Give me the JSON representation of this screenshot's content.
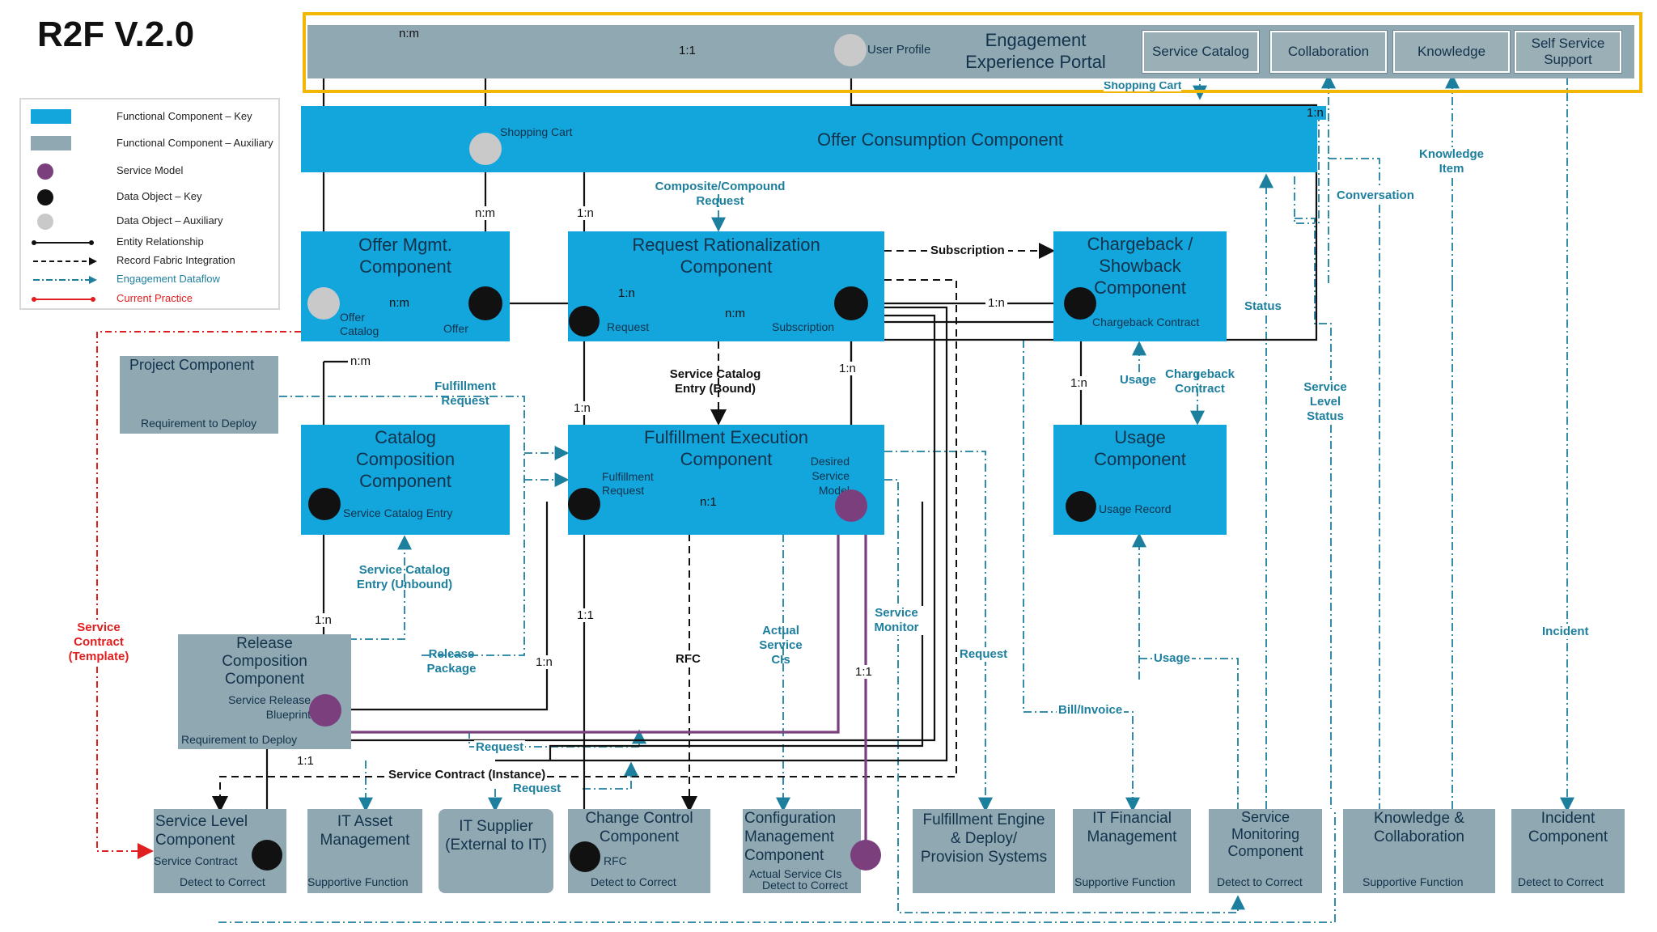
{
  "title": "R2F V.2.0",
  "legend": [
    {
      "label": "Functional Component – Key",
      "swatch": "key"
    },
    {
      "label": "Functional Component – Auxiliary",
      "swatch": "aux"
    },
    {
      "label": "Service Model",
      "swatch": "purple-dot"
    },
    {
      "label": "Data Object – Key",
      "swatch": "black-dot"
    },
    {
      "label": "Data Object – Auxiliary",
      "swatch": "grey-dot"
    },
    {
      "label": "Entity Relationship",
      "swatch": "solid-line"
    },
    {
      "label": "Record Fabric Integration",
      "swatch": "dashed-line"
    },
    {
      "label": "Engagement Dataflow",
      "swatch": "dashdot-line"
    },
    {
      "label": "Current Practice",
      "swatch": "red-line"
    }
  ],
  "colors": {
    "key": "#12a6dd",
    "aux": "#8fa8b2",
    "service_model": "#7b3f7e",
    "current_practice": "#e02020",
    "highlight": "#f2b705",
    "dataflow": "#1d7f9e"
  },
  "portal": {
    "user_profile": "User Profile",
    "title_line1": "Engagement",
    "title_line2": "Experience Portal",
    "buttons": [
      "Service Catalog",
      "Collaboration",
      "Knowledge",
      "Self Service Support"
    ]
  },
  "components": {
    "offer_consumption": {
      "title": "Offer Consumption Component",
      "shopping_cart": "Shopping Cart"
    },
    "offer_mgmt": {
      "title1": "Offer Mgmt.",
      "title2": "Component",
      "offer_catalog": "Offer Catalog",
      "offer": "Offer"
    },
    "request_rationalization": {
      "title1": "Request Rationalization",
      "title2": "Component",
      "request": "Request",
      "subscription": "Subscription"
    },
    "chargeback": {
      "title1": "Chargeback /",
      "title2": "Showback",
      "title3": "Component",
      "contract": "Chargeback Contract"
    },
    "project": {
      "title": "Project Component",
      "sub": "Requirement to Deploy"
    },
    "catalog_composition": {
      "title1": "Catalog",
      "title2": "Composition",
      "title3": "Component",
      "entry": "Service Catalog Entry"
    },
    "fulfillment_execution": {
      "title1": "Fulfillment Execution",
      "title2": "Component",
      "ful_request": "Fulfillment Request",
      "desired": "Desired Service Model"
    },
    "usage": {
      "title1": "Usage",
      "title2": "Component",
      "record": "Usage Record"
    },
    "release_composition": {
      "title1": "Release",
      "title2": "Composition",
      "title3": "Component",
      "blueprint": "Service Release Blueprint",
      "sub": "Requirement to Deploy"
    }
  },
  "bottom": [
    {
      "title": "Service Level Component",
      "inner": "Service Contract",
      "sub": "Detect to Correct"
    },
    {
      "title": "IT Asset Management",
      "inner": "",
      "sub": "Supportive Function"
    },
    {
      "title": "IT Supplier (External to IT)",
      "inner": "",
      "sub": ""
    },
    {
      "title": "Change Control Component",
      "inner": "RFC",
      "sub": "Detect to Correct"
    },
    {
      "title": "Configuration Management Component",
      "inner": "Actual Service CIs",
      "sub": "Detect to Correct"
    },
    {
      "title": "Fulfillment Engine & Deploy/ Provision Systems",
      "inner": "",
      "sub": ""
    },
    {
      "title": "IT Financial Management",
      "inner": "",
      "sub": "Supportive Function"
    },
    {
      "title": "Service Monitoring Component",
      "inner": "",
      "sub": "Detect to Correct"
    },
    {
      "title": "Knowledge & Collaboration",
      "inner": "",
      "sub": "Supportive Function"
    },
    {
      "title": "Incident Component",
      "inner": "",
      "sub": "Detect to Correct"
    }
  ],
  "flow_labels": {
    "composite_request": "Composite/Compound Request",
    "subscription": "Subscription",
    "service_catalog_entry_bound": "Service Catalog Entry (Bound)",
    "fulfillment_request": "Fulfillment Request",
    "service_catalog_entry_unbound": "Service Catalog Entry (Unbound)",
    "release_package": "Release Package",
    "actual_service_cis": "Actual Service CIs",
    "service_monitor": "Service Monitor",
    "rfc": "RFC",
    "request1": "Request",
    "request2": "Request",
    "request3": "Request",
    "service_contract_instance": "Service Contract (Instance)",
    "usage1": "Usage",
    "usage2": "Usage",
    "chargeback_contract": "Chargeback Contract",
    "bill_invoice": "Bill/Invoice",
    "status": "Status",
    "service_level_status": "Service Level Status",
    "conversation": "Conversation",
    "knowledge_item": "Knowledge Item",
    "incident": "Incident",
    "shopping_cart": "Shopping Cart",
    "service_contract_template": "Service Contract (Template)"
  },
  "cardinalities": {
    "c1": "n:m",
    "c2": "1:1",
    "c3": "n:m",
    "c4": "1:n",
    "c5": "n:m",
    "c6": "1:n",
    "c7": "n:m",
    "c8": "1:n",
    "c9": "1:n",
    "c10": "n:m",
    "c11": "1:n",
    "c12": "n:1",
    "c13": "1:n",
    "c14": "1:1",
    "c15": "1:n",
    "c16": "1:1",
    "c17": "1:n",
    "c18": "1:1",
    "c19": "1:n"
  }
}
